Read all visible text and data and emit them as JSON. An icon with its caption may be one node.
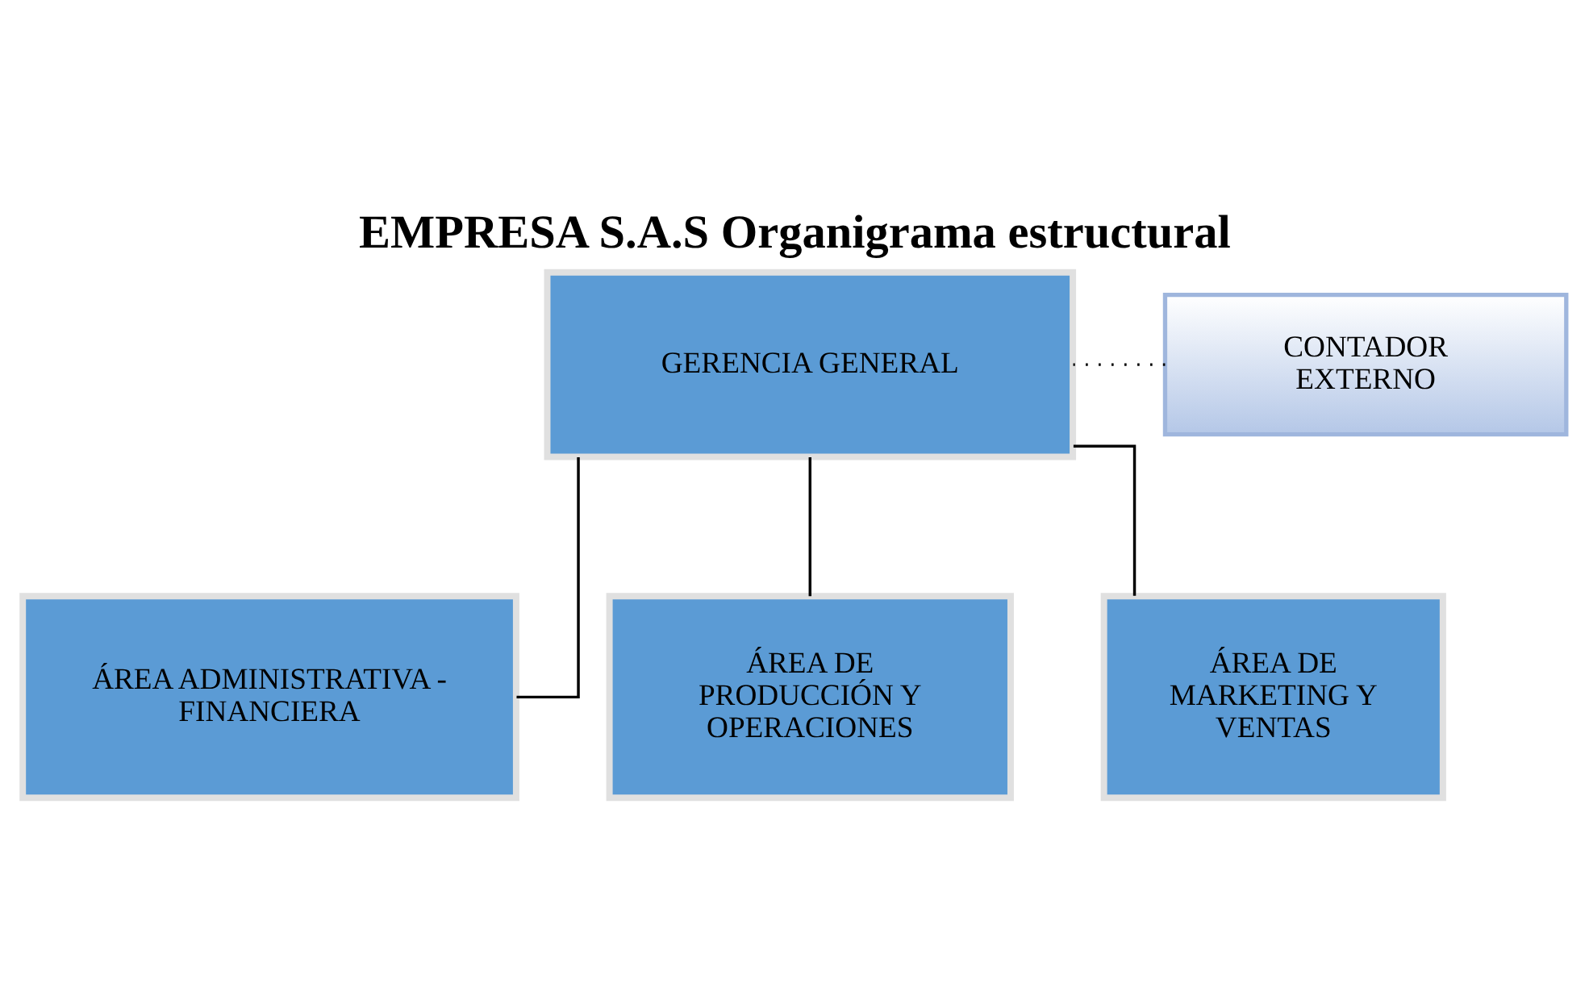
{
  "diagram": {
    "title": "EMPRESA S.A.S Organigrama estructural",
    "nodes": [
      {
        "text": [
          "GERENCIA GENERAL"
        ]
      },
      {
        "text": [
          "CONTADOR EXTERNO"
        ]
      },
      {
        "text": [
          "ÁREA ADMINISTRATIVA - FINANCIERA"
        ]
      },
      {
        "text": [
          "ÁREA DE PRODUCCIÓN Y OPERACIONES"
        ]
      },
      {
        "text": [
          "ÁREA DE MARKETING Y VENTAS"
        ]
      }
    ],
    "edges": [
      {
        "from": 1,
        "to": 0,
        "arrow": "none",
        "style": "dashed"
      },
      {
        "from": 0,
        "to": 2,
        "arrow": "none"
      },
      {
        "from": 0,
        "to": 3,
        "arrow": "none"
      },
      {
        "from": 0,
        "to": 4,
        "arrow": "none"
      }
    ]
  }
}
